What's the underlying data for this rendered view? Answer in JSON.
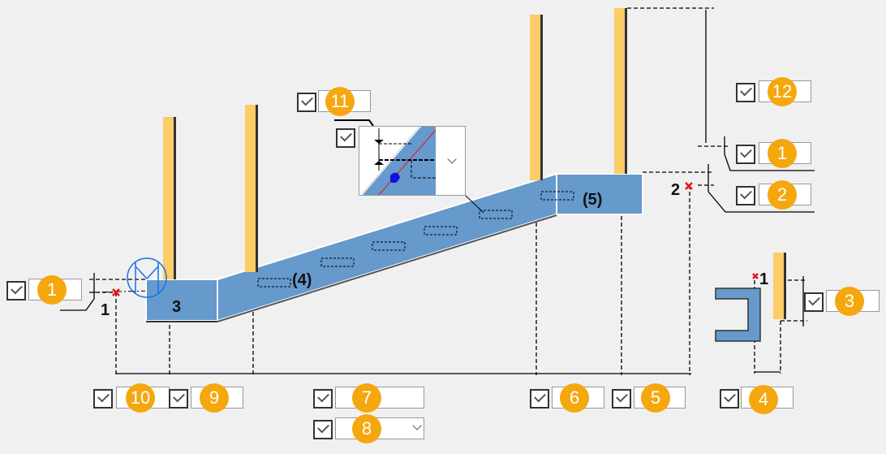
{
  "diagram_labels": {
    "point_left": "1",
    "point_right": "2",
    "segment_left": "3",
    "segment_mid": "(4)",
    "segment_right": "(5)",
    "detail_point": "1"
  },
  "controls": [
    {
      "id": "left-1",
      "badge": "1",
      "checked": true,
      "value": ""
    },
    {
      "id": "10",
      "badge": "10",
      "checked": true,
      "value": ""
    },
    {
      "id": "9",
      "badge": "9",
      "checked": true,
      "value": ""
    },
    {
      "id": "7",
      "badge": "7",
      "checked": true,
      "value": ""
    },
    {
      "id": "8",
      "badge": "8",
      "checked": true,
      "value": "",
      "type": "dropdown"
    },
    {
      "id": "6",
      "badge": "6",
      "checked": true,
      "value": ""
    },
    {
      "id": "5",
      "badge": "5",
      "checked": true,
      "value": ""
    },
    {
      "id": "4",
      "badge": "4",
      "checked": true,
      "value": ""
    },
    {
      "id": "3",
      "badge": "3",
      "checked": true,
      "value": ""
    },
    {
      "id": "12",
      "badge": "12",
      "checked": true,
      "value": ""
    },
    {
      "id": "right-1",
      "badge": "1",
      "checked": true,
      "value": ""
    },
    {
      "id": "2",
      "badge": "2",
      "checked": true,
      "value": ""
    },
    {
      "id": "11",
      "badge": "11",
      "checked": true,
      "value": ""
    }
  ],
  "colors": {
    "slab": "#6699cc",
    "post": "#fccc66",
    "badge": "#f5a70e",
    "marker": "#ee1111"
  }
}
